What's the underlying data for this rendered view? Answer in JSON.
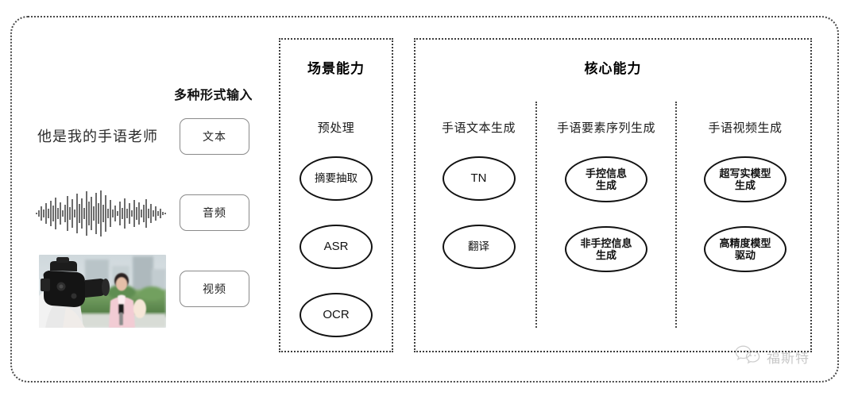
{
  "diagram": {
    "input_section": {
      "label": "多种形式输入",
      "sample_text": "他是我的手语老师",
      "chips": [
        {
          "label": "文本"
        },
        {
          "label": "音频"
        },
        {
          "label": "视频"
        }
      ],
      "media": {
        "waveform_alt": "audio-waveform",
        "photo_alt": "camera-operator-filming-reporter"
      }
    },
    "scene_panel": {
      "title": "场景能力",
      "group_head": "预处理",
      "nodes": [
        {
          "label": "摘要抽取",
          "script": "cjk"
        },
        {
          "label": "ASR",
          "script": "latin"
        },
        {
          "label": "OCR",
          "script": "latin"
        }
      ]
    },
    "core_panel": {
      "title": "核心能力",
      "columns": [
        {
          "head": "手语文本生成",
          "nodes": [
            {
              "label": "TN",
              "script": "latin"
            },
            {
              "label": "翻译",
              "script": "cjk"
            }
          ]
        },
        {
          "head": "手语要素序列生成",
          "nodes": [
            {
              "label": "手控信息\n生成",
              "script": "cjk",
              "wide": true
            },
            {
              "label": "非手控信息\n生成",
              "script": "cjk",
              "wide": true
            }
          ]
        },
        {
          "head": "手语视频生成",
          "nodes": [
            {
              "label": "超写实模型\n生成",
              "script": "cjk",
              "wide": true
            },
            {
              "label": "高精度模型\n驱动",
              "script": "cjk",
              "wide": true
            }
          ]
        }
      ]
    },
    "watermark": {
      "text": "福斯特",
      "icon": "wechat-logo"
    },
    "colors": {
      "frame_border": "#4a4a4a",
      "node_border": "#111111",
      "chip_border": "#8a8a8a",
      "text": "#1a1a1a",
      "background": "#ffffff"
    }
  }
}
